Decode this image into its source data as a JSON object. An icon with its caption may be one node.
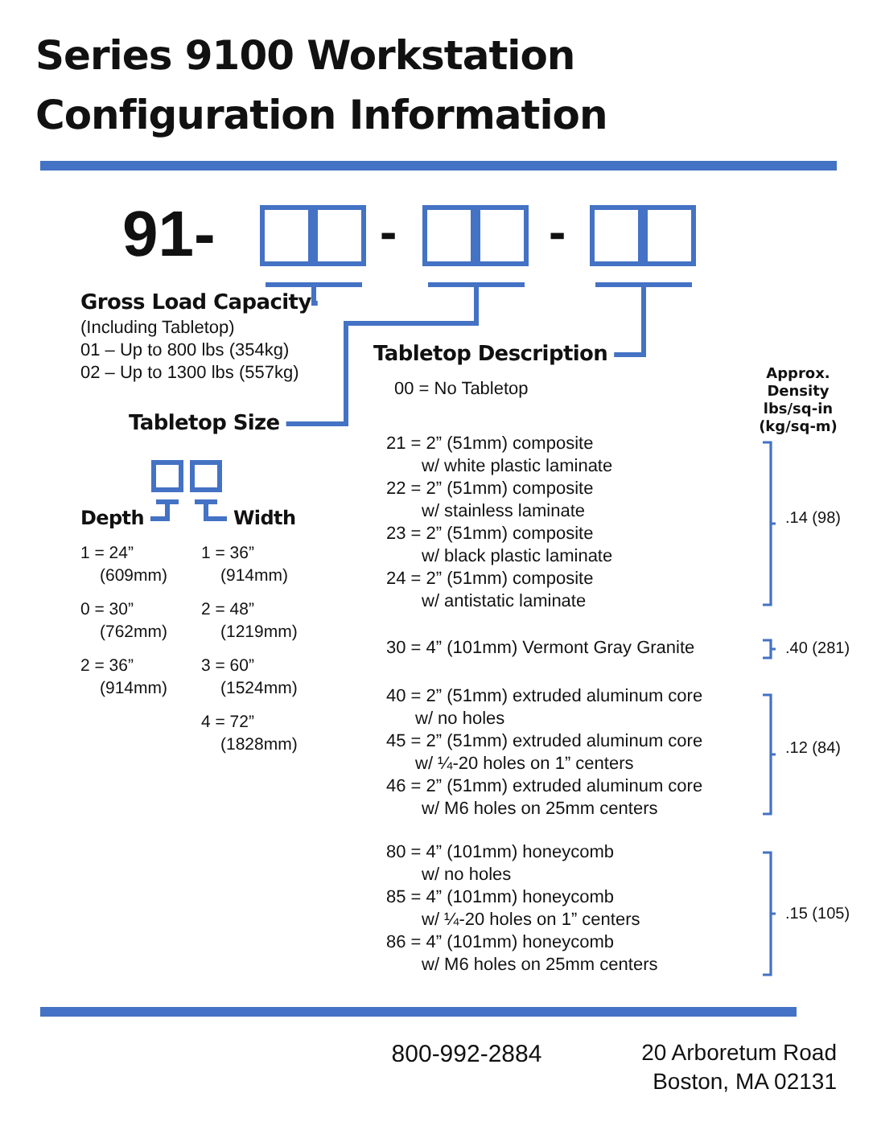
{
  "diagram": {
    "title": "Series 9100 Workstation Configuration Information",
    "nodes": [
      {
        "text": [],
        "shape": "box"
      },
      {
        "text": [],
        "shape": "box"
      },
      {
        "text": [],
        "shape": "box"
      },
      {
        "text": [
          "Gross Load Capacity"
        ]
      },
      {
        "text": [
          "Tabletop Description"
        ]
      },
      {
        "text": [
          "Tabletop Size"
        ]
      },
      {
        "text": [],
        "shape": "box"
      },
      {
        "text": [],
        "shape": "box"
      },
      {
        "text": [
          "Depth"
        ]
      },
      {
        "text": [
          "Width"
        ]
      }
    ],
    "edges": [
      {
        "from": 0,
        "to": 3,
        "arrow": "none"
      },
      {
        "from": 1,
        "to": 5,
        "arrow": "none"
      },
      {
        "from": 2,
        "to": 4,
        "arrow": "none"
      },
      {
        "from": 6,
        "to": 8,
        "arrow": "none"
      },
      {
        "from": 7,
        "to": 9,
        "arrow": "none"
      }
    ],
    "labels": [
      "91-",
      "-",
      "-",
      "(Including Tabletop)",
      "01 – Up to 800 lbs (354kg)",
      "02 – Up to 1300 lbs (557kg)",
      "1 = 24”",
      "(609mm)",
      "1 = 36”",
      "(914mm)",
      "0 = 30”",
      "(762mm)",
      "2 = 48”",
      "(1219mm)",
      "2 = 36”",
      "(914mm)",
      "3 = 60”",
      "(1524mm)",
      "4 = 72”",
      "(1828mm)",
      "00 = No Tabletop",
      "Approx. Density lbs/sq-in (kg/sq-m)",
      "21 = 2” (51mm) composite",
      "w/ white plastic laminate",
      "22 = 2” (51mm) composite",
      "w/ stainless laminate",
      "23 = 2” (51mm) composite",
      "w/ black plastic laminate",
      "24 = 2” (51mm) composite",
      "w/ antistatic laminate",
      ".14 (98)",
      "30 = 4” (101mm) Vermont Gray Granite",
      ".40 (281)",
      "40 = 2” (51mm) extruded aluminum core",
      "w/ no holes",
      "45 = 2” (51mm) extruded aluminum core",
      "w/ ¼-20 holes on 1” centers",
      "46 = 2” (51mm) extruded aluminum core",
      "w/ M6 holes on 25mm centers",
      ".12 (84)",
      "80 = 4” (101mm) honeycomb",
      "w/ no holes",
      "85 = 4” (101mm) honeycomb",
      "w/ ¼-20 holes on 1” centers",
      "86 = 4” (101mm) honeycomb",
      "w/ M6 holes on 25mm centers",
      ".15 (105)",
      "800-992-2884",
      "20 Arboretum Road",
      "Boston, MA 02131"
    ]
  }
}
